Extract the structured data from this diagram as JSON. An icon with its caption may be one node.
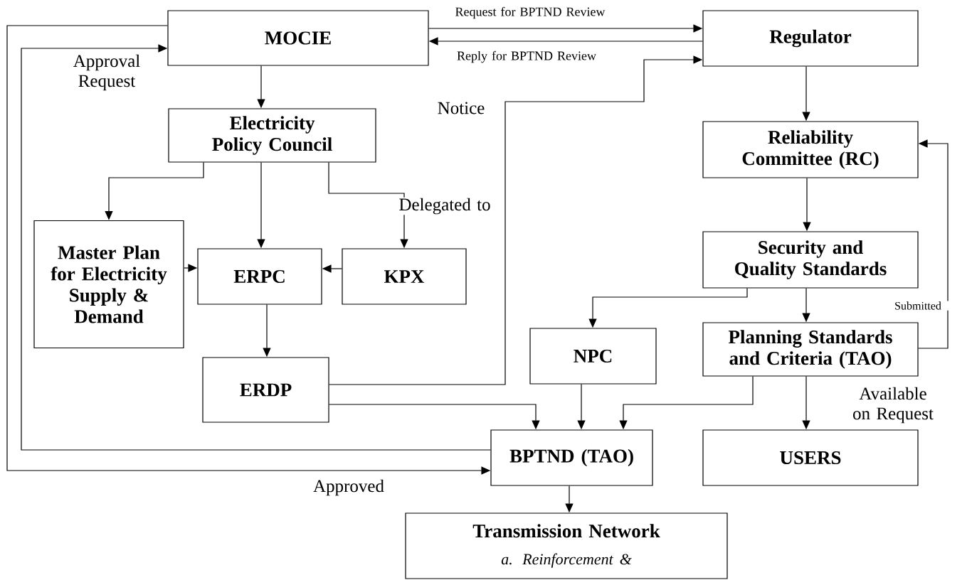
{
  "diagram": {
    "nodes": [
      {
        "text": [
          "MOCIE"
        ]
      },
      {
        "text": [
          "Regulator"
        ]
      },
      {
        "text": [
          "Electricity Policy Council"
        ]
      },
      {
        "text": [
          "Master Plan for Electricity Supply & Demand"
        ]
      },
      {
        "text": [
          "ERPC"
        ]
      },
      {
        "text": [
          "KPX"
        ]
      },
      {
        "text": [
          "Reliability Committee (RC)"
        ]
      },
      {
        "text": [
          "Security and Quality Standards"
        ]
      },
      {
        "text": [
          "NPC"
        ]
      },
      {
        "text": [
          "Planning Standards and Criteria (TAO)"
        ]
      },
      {
        "text": [
          "ERDP"
        ]
      },
      {
        "text": [
          "BPTND (TAO)"
        ]
      },
      {
        "text": [
          "USERS"
        ]
      },
      {
        "text": [
          "Transmission Network",
          "a. Reinforcement &"
        ]
      }
    ],
    "edges": [
      {
        "from": 0,
        "to": 1,
        "arrow": "to",
        "label": "Request for BPTND Review"
      },
      {
        "from": 1,
        "to": 0,
        "arrow": "to",
        "label": "Reply for BPTND Review"
      },
      {
        "from": 0,
        "to": 2,
        "arrow": "to"
      },
      {
        "from": 2,
        "to": 3,
        "arrow": "to"
      },
      {
        "from": 2,
        "to": 4,
        "arrow": "to"
      },
      {
        "from": 2,
        "to": 5,
        "arrow": "to",
        "label": "Delegated to"
      },
      {
        "from": 3,
        "to": 4,
        "arrow": "to"
      },
      {
        "from": 5,
        "to": 4,
        "arrow": "to"
      },
      {
        "from": 4,
        "to": 10,
        "arrow": "to"
      },
      {
        "from": 10,
        "to": 1,
        "arrow": "to",
        "label": "Notice"
      },
      {
        "from": 1,
        "to": 6,
        "arrow": "to"
      },
      {
        "from": 6,
        "to": 7,
        "arrow": "to"
      },
      {
        "from": 7,
        "to": 8,
        "arrow": "to"
      },
      {
        "from": 7,
        "to": 9,
        "arrow": "to"
      },
      {
        "from": 9,
        "to": 6,
        "arrow": "to",
        "label": "Submitted"
      },
      {
        "from": 10,
        "to": 11,
        "arrow": "to"
      },
      {
        "from": 8,
        "to": 11,
        "arrow": "to"
      },
      {
        "from": 9,
        "to": 11,
        "arrow": "to"
      },
      {
        "from": 9,
        "to": 12,
        "arrow": "to",
        "label": "Available on Request"
      },
      {
        "from": 11,
        "to": 0,
        "arrow": "to",
        "label": "Approval Request"
      },
      {
        "from": 0,
        "to": 11,
        "arrow": "to",
        "label": "Approved"
      },
      {
        "from": 11,
        "to": 13,
        "arrow": "to"
      }
    ]
  }
}
